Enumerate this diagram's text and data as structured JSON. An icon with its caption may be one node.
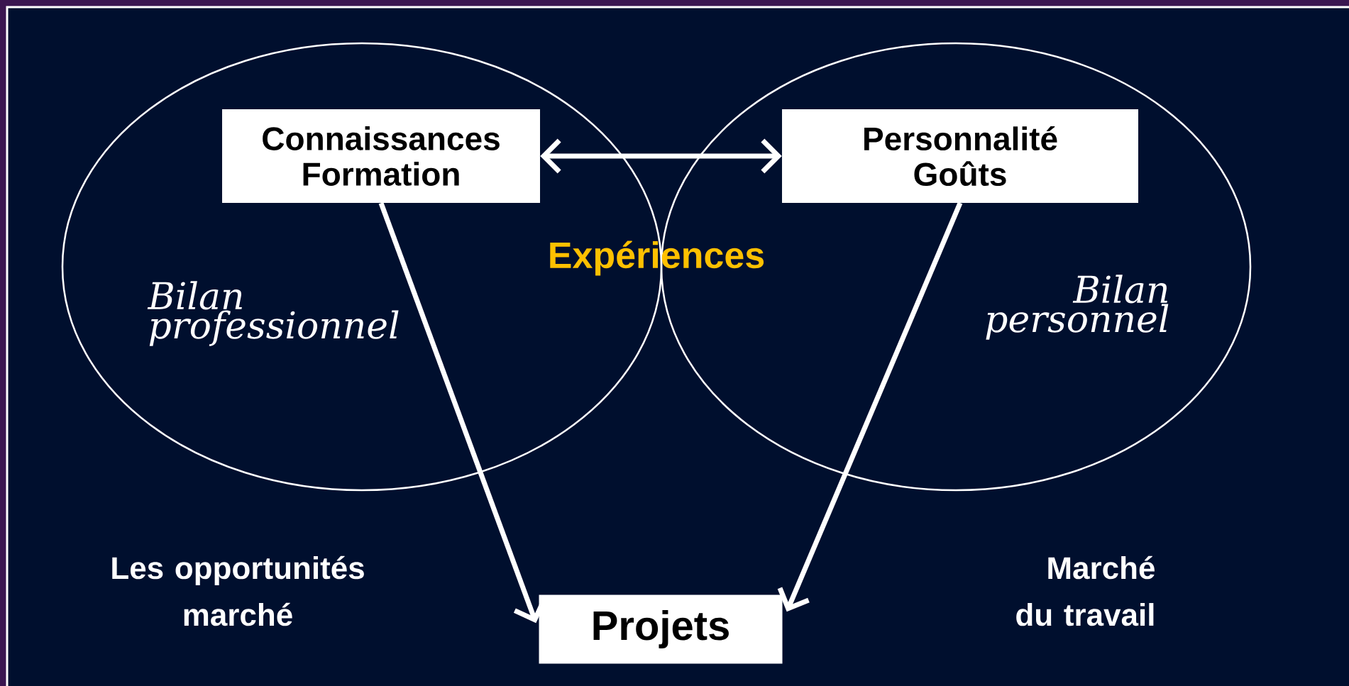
{
  "diagram": {
    "nodes": [
      {
        "text": [
          "Bilan professionnel"
        ]
      },
      {
        "text": [
          "Connaissances Formation"
        ],
        "in": 0
      },
      {
        "text": [
          "Bilan personnel"
        ]
      },
      {
        "text": [
          "Personnalité Goûts"
        ],
        "in": 2
      },
      {
        "text": [
          "Projets"
        ]
      }
    ],
    "edges": [
      {
        "from": 1,
        "to": 3,
        "arrow": "both"
      },
      {
        "from": 1,
        "to": 4,
        "arrow": "to"
      },
      {
        "from": 3,
        "to": 4,
        "arrow": "to"
      }
    ],
    "labels": [
      "Expériences",
      "Les opportunités marché",
      "Marché du travail"
    ]
  }
}
